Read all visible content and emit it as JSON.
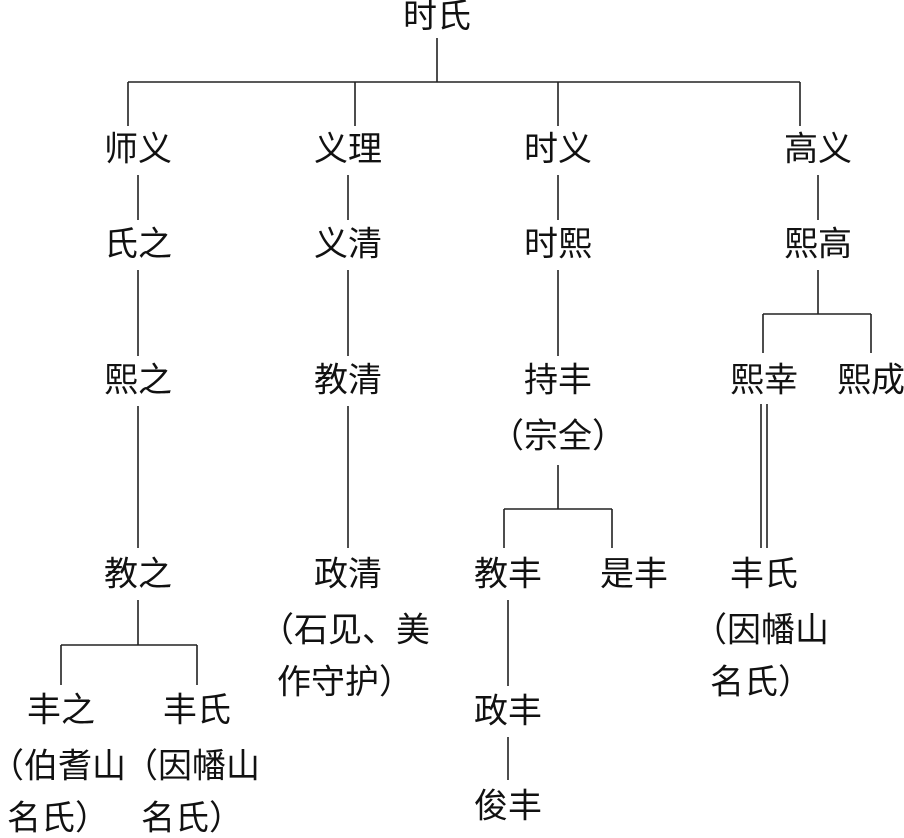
{
  "tree": {
    "root": "时氏",
    "branch_1": {
      "gen_1": "师义",
      "gen_2": "氏之",
      "gen_3": "熙之",
      "gen_4": "教之",
      "child_a": {
        "name": "丰之",
        "note_line1": "（伯耆山",
        "note_line2": "名氏）"
      },
      "child_b": {
        "name": "丰氏",
        "note_line1": "（因幡山",
        "note_line2": "名氏）"
      }
    },
    "branch_2": {
      "gen_1": "义理",
      "gen_2": "义清",
      "gen_3": "教清",
      "gen_4": "政清",
      "note_line1": "（石见、美",
      "note_line2": "作守护）"
    },
    "branch_3": {
      "gen_1": "时义",
      "gen_2": "时熙",
      "gen_3": "持丰",
      "gen_3_note": "（宗全）",
      "child_a": "教丰",
      "child_b": "是丰",
      "gen_5": "政丰",
      "gen_6": "俊丰"
    },
    "branch_4": {
      "gen_1": "高义",
      "gen_2": "熙高",
      "child_a": "熙幸",
      "child_b": "熙成",
      "adopted": {
        "name": "丰氏",
        "note_line1": "（因幡山",
        "note_line2": "名氏）"
      }
    }
  }
}
